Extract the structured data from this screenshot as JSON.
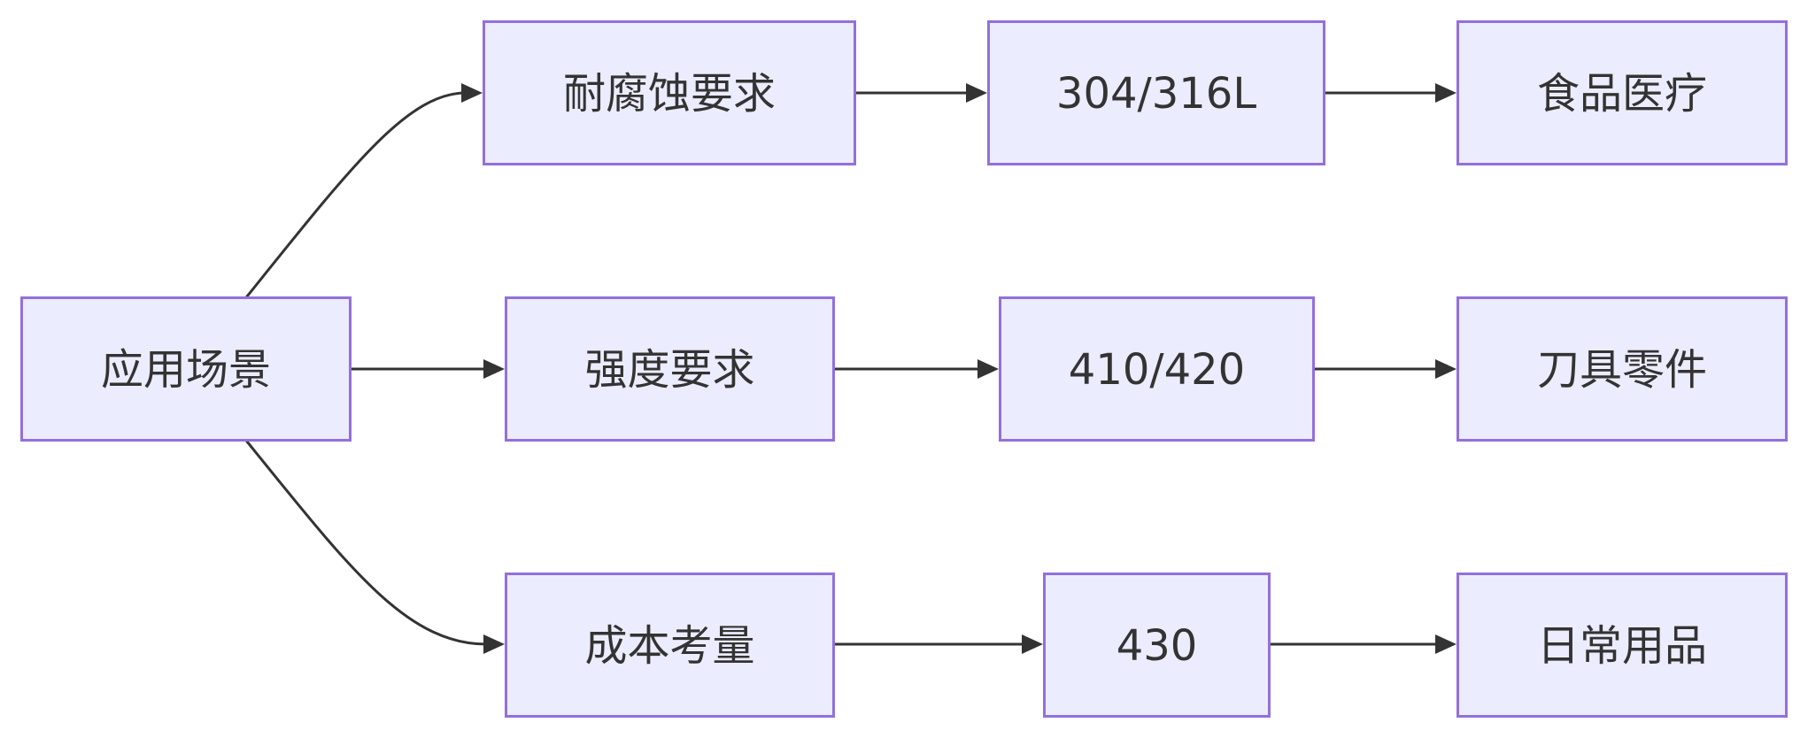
{
  "diagram": {
    "nodes": {
      "root": {
        "label": "应用场景"
      },
      "branch_1": {
        "label": "耐腐蚀要求"
      },
      "branch_2": {
        "label": "强度要求"
      },
      "branch_3": {
        "label": "成本考量"
      },
      "grade_1": {
        "label": "304/316L"
      },
      "grade_2": {
        "label": "410/420"
      },
      "grade_3": {
        "label": "430"
      },
      "use_1": {
        "label": "食品医疗"
      },
      "use_2": {
        "label": "刀具零件"
      },
      "use_3": {
        "label": "日常用品"
      }
    },
    "edges": [
      {
        "from": "root",
        "to": "branch_1"
      },
      {
        "from": "root",
        "to": "branch_2"
      },
      {
        "from": "root",
        "to": "branch_3"
      },
      {
        "from": "branch_1",
        "to": "grade_1"
      },
      {
        "from": "grade_1",
        "to": "use_1"
      },
      {
        "from": "branch_2",
        "to": "grade_2"
      },
      {
        "from": "grade_2",
        "to": "use_2"
      },
      {
        "from": "branch_3",
        "to": "grade_3"
      },
      {
        "from": "grade_3",
        "to": "use_3"
      }
    ]
  },
  "colors": {
    "node_fill": "#ECECFF",
    "node_border": "#9370DB",
    "edge": "#333333",
    "text": "#333333",
    "background": "#FFFFFF"
  }
}
